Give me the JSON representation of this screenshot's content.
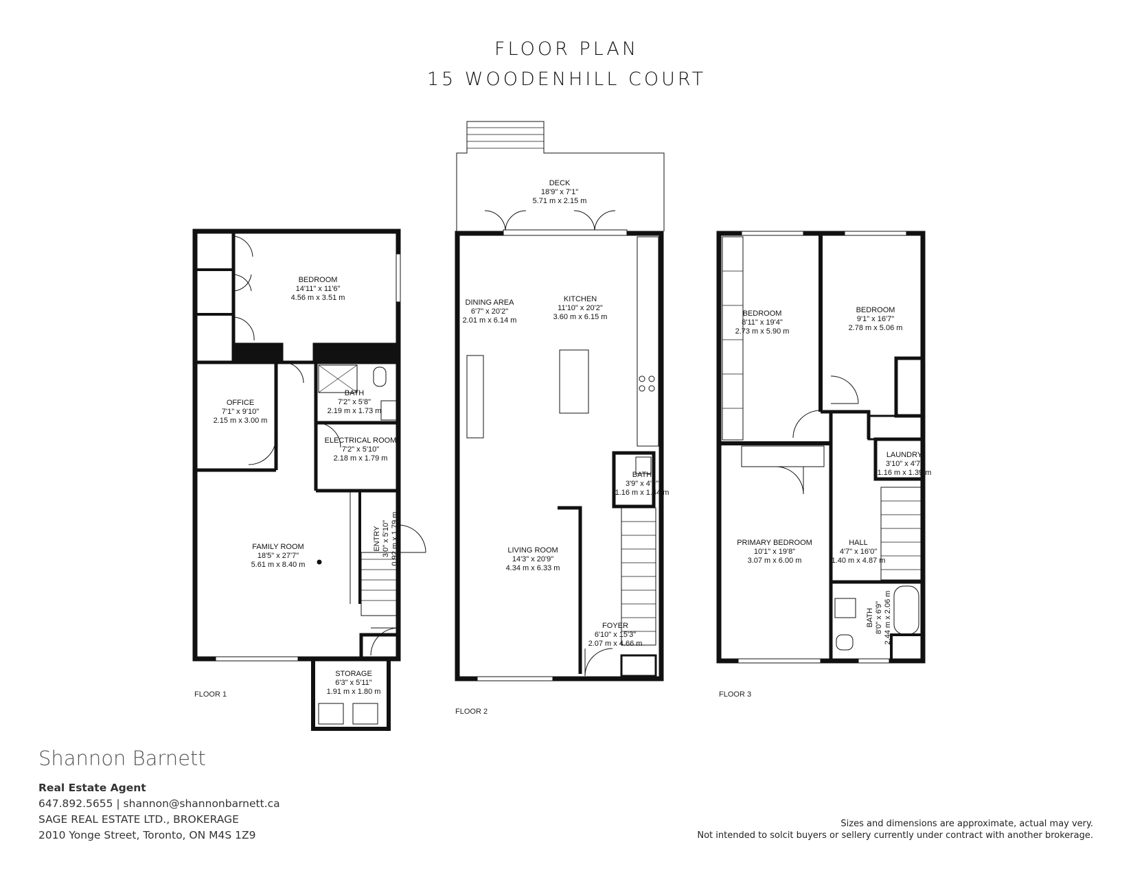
{
  "header": {
    "title": "FLOOR PLAN",
    "address": "15 WOODENHILL COURT"
  },
  "floors": [
    {
      "label": "FLOOR 1"
    },
    {
      "label": "FLOOR 2"
    },
    {
      "label": "FLOOR 3"
    }
  ],
  "rooms": {
    "f1_bedroom": {
      "name": "BEDROOM",
      "imperial": "14'11\" x 11'6\"",
      "metric": "4.56 m x 3.51 m"
    },
    "f1_office": {
      "name": "OFFICE",
      "imperial": "7'1\" x 9'10\"",
      "metric": "2.15 m x 3.00 m"
    },
    "f1_bath": {
      "name": "BATH",
      "imperial": "7'2\" x 5'8\"",
      "metric": "2.19 m x 1.73 m"
    },
    "f1_electrical": {
      "name": "ELECTRICAL ROOM",
      "imperial": "7'2\" x 5'10\"",
      "metric": "2.18 m x 1.79 m"
    },
    "f1_entry": {
      "name": "ENTRY",
      "imperial": "3'0\" x 5'10\"",
      "metric": "0.92 m x 1.79 m"
    },
    "f1_family": {
      "name": "FAMILY ROOM",
      "imperial": "18'5\" x 27'7\"",
      "metric": "5.61 m x 8.40 m"
    },
    "f1_storage": {
      "name": "STORAGE",
      "imperial": "6'3\" x 5'11\"",
      "metric": "1.91 m x 1.80 m"
    },
    "f2_deck": {
      "name": "DECK",
      "imperial": "18'9\" x 7'1\"",
      "metric": "5.71 m x 2.15 m"
    },
    "f2_dining": {
      "name": "DINING AREA",
      "imperial": "6'7\" x 20'2\"",
      "metric": "2.01 m x 6.14 m"
    },
    "f2_kitchen": {
      "name": "KITCHEN",
      "imperial": "11'10\" x 20'2\"",
      "metric": "3.60 m x 6.15 m"
    },
    "f2_bath": {
      "name": "BATH",
      "imperial": "3'9\" x 4'9\"",
      "metric": "1.16 m x 1.44 m"
    },
    "f2_living": {
      "name": "LIVING ROOM",
      "imperial": "14'3\" x 20'9\"",
      "metric": "4.34 m x 6.33 m"
    },
    "f2_foyer": {
      "name": "FOYER",
      "imperial": "6'10\" x 15'3\"",
      "metric": "2.07 m x 4.66 m"
    },
    "f3_bedroom_a": {
      "name": "BEDROOM",
      "imperial": "8'11\" x 19'4\"",
      "metric": "2.73 m x 5.90 m"
    },
    "f3_bedroom_b": {
      "name": "BEDROOM",
      "imperial": "9'1\" x 16'7\"",
      "metric": "2.78 m x 5.06 m"
    },
    "f3_laundry": {
      "name": "LAUNDRY",
      "imperial": "3'10\" x 4'7\"",
      "metric": "1.16 m x 1.39 m"
    },
    "f3_primary": {
      "name": "PRIMARY BEDROOM",
      "imperial": "10'1\" x 19'8\"",
      "metric": "3.07 m x 6.00 m"
    },
    "f3_hall": {
      "name": "HALL",
      "imperial": "4'7\" x 16'0\"",
      "metric": "1.40 m x 4.87 m"
    },
    "f3_bath": {
      "name": "BATH",
      "imperial": "8'0\" x 6'9\"",
      "metric": "2.44 m x 2.06 m"
    }
  },
  "agent": {
    "name": "Shannon Barnett",
    "role": "Real Estate Agent",
    "contact": "647.892.5655 | shannon@shannonbarnett.ca",
    "brokerage": "SAGE REAL ESTATE LTD., BROKERAGE",
    "address": "2010 Yonge Street, Toronto, ON M4S 1Z9"
  },
  "disclaimer": {
    "line1": "Sizes and dimensions are approximate, actual may very.",
    "line2": "Not intended to solcit buyers or sellery currently under contract with another brokerage."
  }
}
